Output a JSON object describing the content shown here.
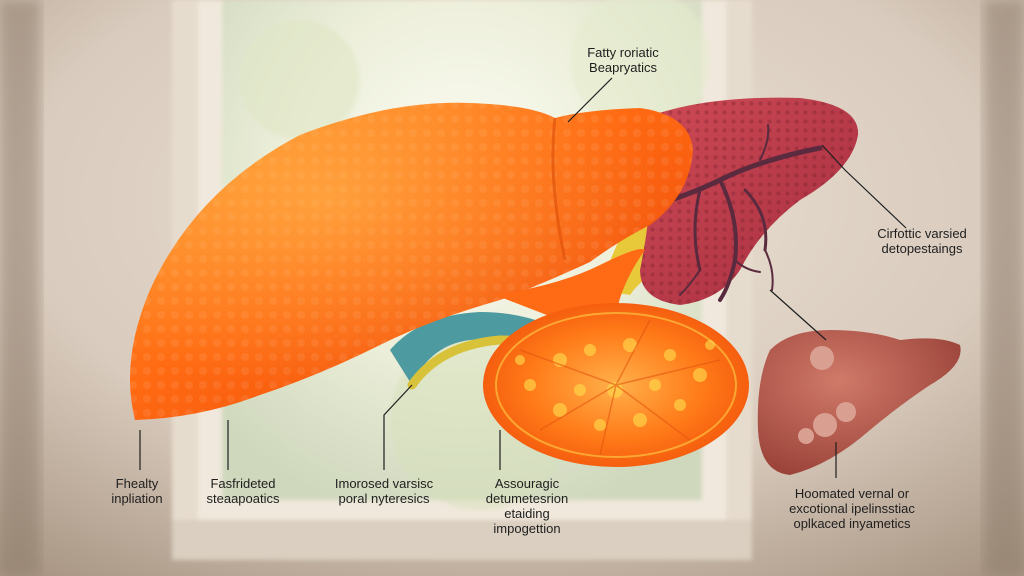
{
  "labels": {
    "fatty": {
      "line1": "Fatty roriatic",
      "line2": "Beapryatics"
    },
    "cirrhotic": {
      "line1": "Cirfottic varsied",
      "line2": "detopestaings"
    },
    "healthy": {
      "line1": "Fhealty",
      "line2": "inpliation"
    },
    "fasfrideted": {
      "line1": "Fasfrideted",
      "line2": "steaapoatics"
    },
    "imorosed": {
      "line1": "Imorosed varsisc",
      "line2": "poral nyteresics"
    },
    "assouragic": {
      "line1": "Assouragic",
      "line2": "detumetesrion",
      "line3": "etaiding",
      "line4": "impogettion"
    },
    "hoomated": {
      "line1": "Hoomated vernal or",
      "line2": "excotional ipelinsstiac",
      "line3": "oplkaced inyametics"
    }
  },
  "colors": {
    "healthy_liver": "#ff6a12",
    "cirrhotic_liver": "#b83a4a",
    "small_liver": "#b4574e",
    "bile": "#e8c93a",
    "portal_vessel": "#4d9aa0",
    "veins": "#5a2a3e",
    "window_glow": "#f4f2e4",
    "wall": "#d8c9bc"
  }
}
